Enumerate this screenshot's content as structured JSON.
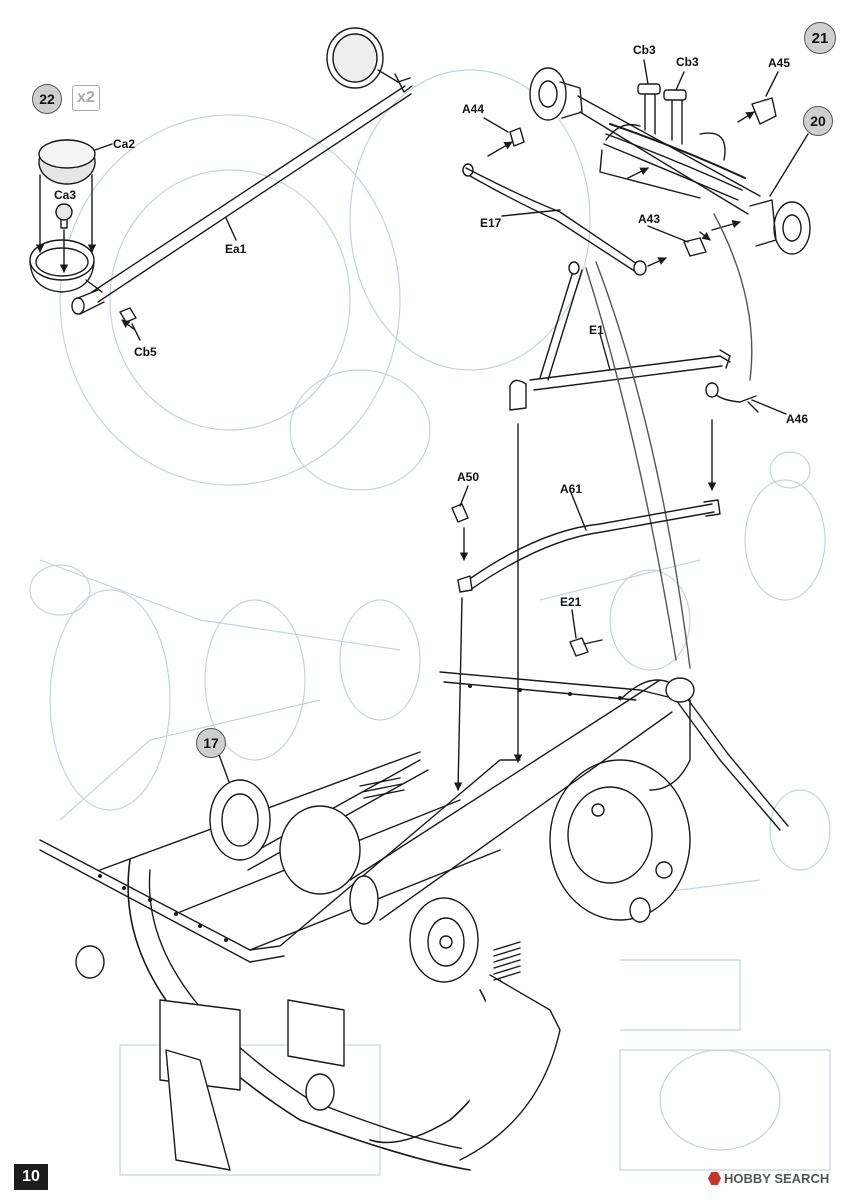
{
  "page": {
    "number": "10"
  },
  "watermark": {
    "brand": "HOBBY SEARCH"
  },
  "steps": [
    {
      "id": "step-21",
      "number": "21"
    },
    {
      "id": "step-22",
      "number": "22",
      "multiplier": "x2"
    },
    {
      "id": "step-20",
      "number": "20"
    },
    {
      "id": "step-17",
      "number": "17"
    }
  ],
  "parts": {
    "ca2": "Ca2",
    "ca3": "Ca3",
    "ea1": "Ea1",
    "cb5": "Cb5",
    "cb3a": "Cb3",
    "cb3b": "Cb3",
    "a45": "A45",
    "a44": "A44",
    "e17": "E17",
    "a43": "A43",
    "e1": "E1",
    "a46": "A46",
    "a50": "A50",
    "a61": "A61",
    "e21": "E21"
  },
  "colors": {
    "line": "#1a1a1a",
    "ghost": "#b4c3d6",
    "step_fill": "#cfcfcf"
  }
}
